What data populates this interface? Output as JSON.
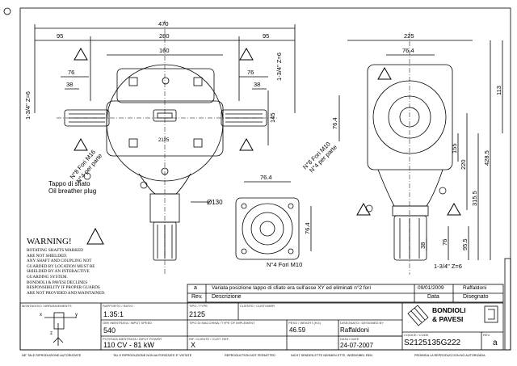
{
  "drawing": {
    "dims_front": {
      "overall_width": "470",
      "side_left": "95",
      "side_right": "95",
      "center": "280",
      "inner": "160",
      "shaft_left": "76",
      "shaft_right": "76",
      "key_left": "38",
      "key_right": "38",
      "shaft_spec_left": "1-3/4\" Z=6",
      "shaft_spec_right": "1-3/4\" Z=6",
      "height": "145",
      "bore": "Ø130",
      "holes_line1": "N°8 Fori M16",
      "holes_line2": "N°4 per parte",
      "breather_line1": "Tappo di sfiato",
      "breather_line2": "Oil breather plug",
      "nameplate": "2125"
    },
    "dims_flange": {
      "width": "76.4",
      "height": "76.4",
      "holes": "N°4 Fori M10"
    },
    "dims_side": {
      "width": "225",
      "flange": "76.4",
      "flange_v": "76.4",
      "holes_line1": "N°8 Fori M10",
      "holes_line2": "N°4 per parte",
      "d113": "113",
      "d428": "428.5",
      "d315": "315.5",
      "d220": "220",
      "d155": "155",
      "d95": "95.5",
      "d76": "76",
      "d38": "38",
      "shaft_spec": "1-3/4\" Z=6"
    },
    "revision_marker": "a"
  },
  "warning": {
    "title": "WARNING!",
    "lines": [
      "ROTATING SHAFTS MARKED",
      "ARE NOT SHIELDED.",
      "ANY SHAFT AND COUPLING NOT",
      "GUARDED BY LOCATION MUST BE",
      "SHIELDED BY AN INTERACTIVE",
      "GUARDING SYSTEM.",
      "BONDIOLI & PAVESI DECLINES",
      "RESPONSIBILITY IF PROPER GUARDS",
      "ARE NOT PROVIDED AND MAINTAINED."
    ]
  },
  "title_block": {
    "revision": {
      "rev": "a",
      "description": "Variata posizione tappo di sfiato era sull'asse XY ed eliminati n°2 fori",
      "date": "09/01/2009",
      "drawn_by": "Raffaldoni",
      "rev_label": "Rev.",
      "description_label": "Descrizione",
      "date_label": "Data",
      "drawn_label": "Disegnato"
    },
    "montaggio_label": "MONTAGGIO / ARRANGEMENTS",
    "ratio_label": "RAPPORTO / RATIO",
    "ratio": "1.35:1",
    "speed_label": "GIRI INENTRATA / INPUT SPEED",
    "speed": "540",
    "power_label": "POTENZA INENTRATA / INPUT POWER",
    "power": "110 CV - 81 kW",
    "type_label": "TIPO / TYPE",
    "type": "2125",
    "customer_label": "CLIENTE / CUSTOMER",
    "customer": "",
    "machine_label": "TIPO DI MACCHINA / TYPE OF IMPLEMENT",
    "machine": "",
    "ref_label": "RIF. CLIENTE / CUST. REF.",
    "ref": "X",
    "weight_label": "PESO / WEIGHT (Kg)",
    "weight": "46.59",
    "designer_label": "DISEGNATO / DESIGNED BY",
    "designer": "Raffaldoni",
    "date_label": "DATA / DATE",
    "date": "24-07-2007",
    "code_label": "CODICE / CODE",
    "code": "S2125135G222",
    "rev_label": "REV.",
    "rev": "a",
    "logo_line1": "BONDIOLI",
    "logo_line2": "& PAVESI"
  },
  "footer": [
    "NE' TALE RIPRODUZIONE AUTORIZZATE",
    "TAL E RIPRODUZIONE NON AUTORIZZATE E' VIETATE",
    "REPRODUCTION NOT PERMITTED",
    "NICHT SENDEN ETTE NEHMEN ETTE, INSENSIBEL REN",
    "PROIBIDA LA REPRODUCCION NO AUTORIZADA"
  ],
  "colors": {
    "line": "#000000",
    "background": "#ffffff"
  }
}
